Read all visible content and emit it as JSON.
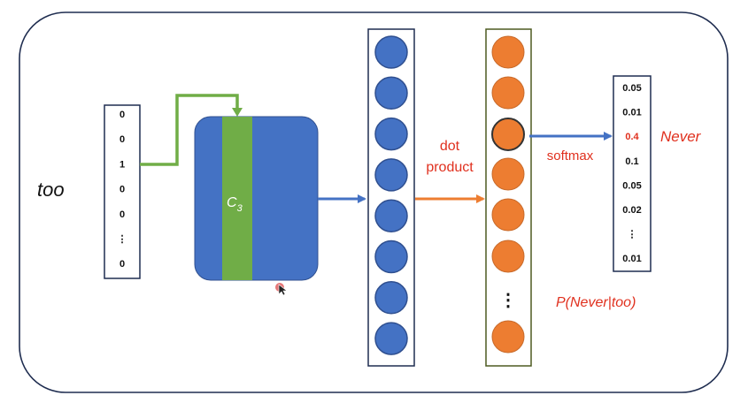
{
  "input_word": "too",
  "one_hot_vector": [
    "0",
    "0",
    "1",
    "0",
    "0",
    "⋮",
    "0"
  ],
  "matrix_column_label": "C",
  "matrix_column_subscript": "3",
  "dot_product_label": [
    "dot",
    "product"
  ],
  "softmax_label": "softmax",
  "output_vector": [
    "0.05",
    "0.01",
    "0.4",
    "0.1",
    "0.05",
    "0.02",
    "⋮",
    "0.01"
  ],
  "highlighted_output_index": 2,
  "predicted_word": "Never",
  "probability_expression": "P(Never|too)",
  "hidden_layer_dots": "⋮",
  "colors": {
    "blue": "#4472c4",
    "green": "#70ad47",
    "orange": "#ed7d31",
    "red": "#e0301e",
    "frame": "#1f2d50"
  },
  "icons": {
    "cursor": "mouse-pointer-icon"
  }
}
